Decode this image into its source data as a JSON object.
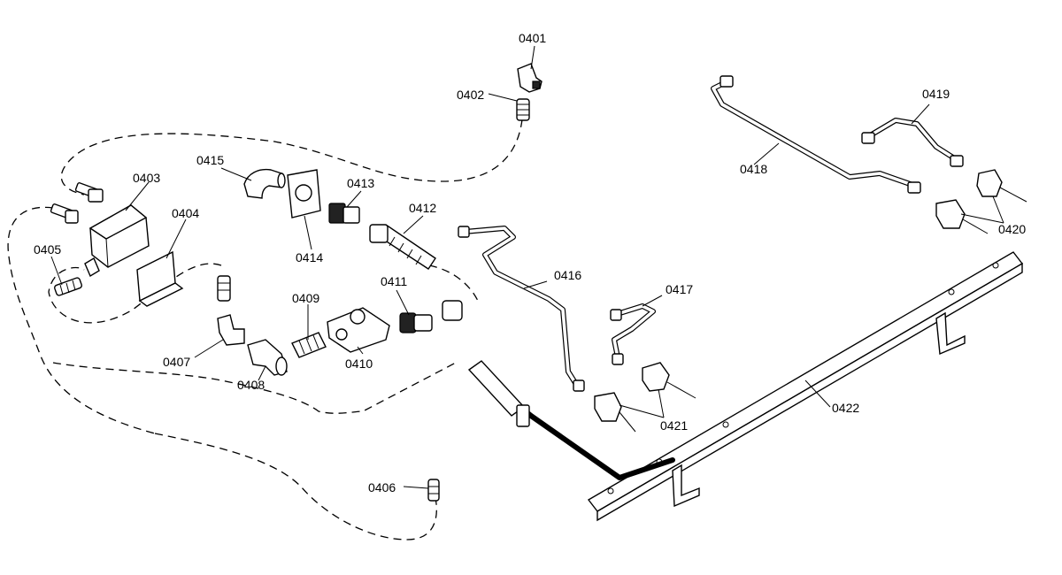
{
  "labels": {
    "p0401": "0401",
    "p0402": "0402",
    "p0403": "0403",
    "p0404": "0404",
    "p0405": "0405",
    "p0406": "0406",
    "p0407": "0407",
    "p0408": "0408",
    "p0409": "0409",
    "p0410": "0410",
    "p0411": "0411",
    "p0412": "0412",
    "p0413": "0413",
    "p0414": "0414",
    "p0415": "0415",
    "p0416": "0416",
    "p0417": "0417",
    "p0418": "0418",
    "p0419": "0419",
    "p0420": "0420",
    "p0421": "0421",
    "p0422": "0422"
  },
  "colors": {
    "line": "#000000",
    "background": "#ffffff"
  }
}
